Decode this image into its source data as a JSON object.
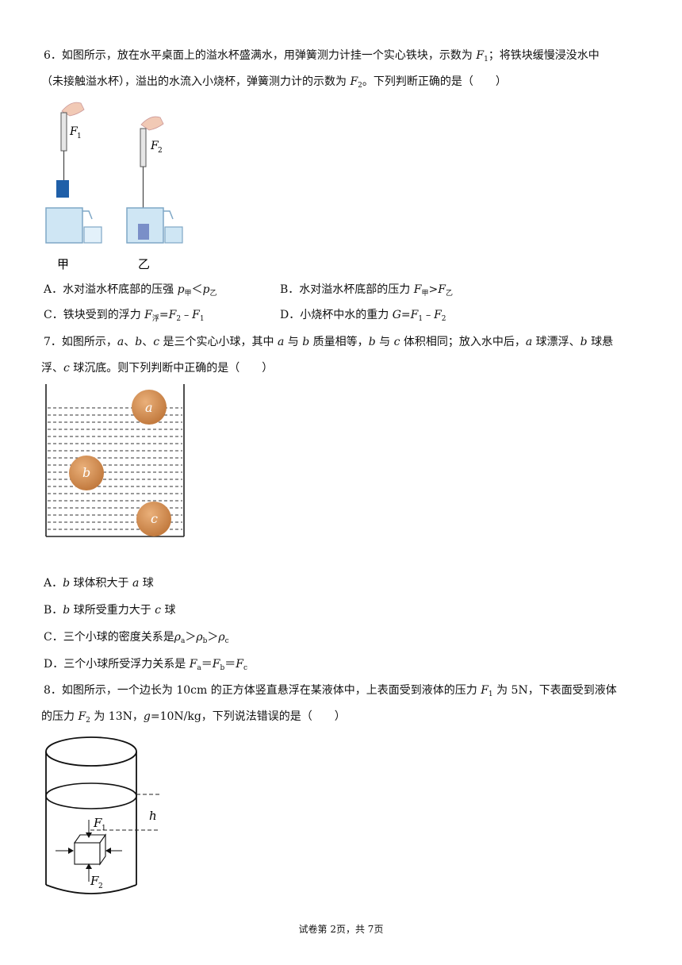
{
  "q6": {
    "line1": "6．如图所示，放在水平桌面上的溢水杯盛满水，用弹簧测力计挂一个实心铁块，示数为 F1；将铁块缓慢浸没水中",
    "line2": "（未接触溢水杯），溢出的水流入小烧杯，弹簧测力计的示数为 F2。下列判断正确的是（　　）",
    "fig_label_F1": "F1",
    "fig_label_F2": "F2",
    "caption_left": "甲",
    "caption_right": "乙",
    "optA": "A．水对溢水杯底部的压强 p甲＜p乙",
    "optB": "B．水对溢水杯底部的压力 F甲>F乙",
    "optC": "C．铁块受到的浮力 F浮=F2﹣F1",
    "optD": "D．小烧杯中水的重力 G=F1﹣F2"
  },
  "q7": {
    "line1": "7．如图所示，a、b、c 是三个实心小球，其中 a 与 b 质量相等，b 与 c 体积相同；放入水中后，a 球漂浮、b 球悬",
    "line2": "浮、c 球沉底。则下列判断中正确的是（　　）",
    "ball_a": "a",
    "ball_b": "b",
    "ball_c": "c",
    "optA": "A．b 球体积大于 a 球",
    "optB": "B．b 球所受重力大于 c 球",
    "optC": "C．三个小球的密度关系是ρa＞ρb＞ρc",
    "optD": "D．三个小球所受浮力关系是 Fa＝Fb＝Fc"
  },
  "q8": {
    "line1": "8．如图所示，一个边长为 10cm 的正方体竖直悬浮在某液体中，上表面受到液体的压力 F1 为 5N，下表面受到液体",
    "line2": "的压力 F2 为 13N，g=10N/kg，下列说法错误的是（　　）",
    "label_h": "h",
    "label_F1": "F1",
    "label_F2": "F2"
  },
  "footer": "试卷第 2页，共 7页",
  "colors": {
    "ball": "#d38a4e",
    "water": "#cfe6f4",
    "block": "#1f5fa8"
  }
}
